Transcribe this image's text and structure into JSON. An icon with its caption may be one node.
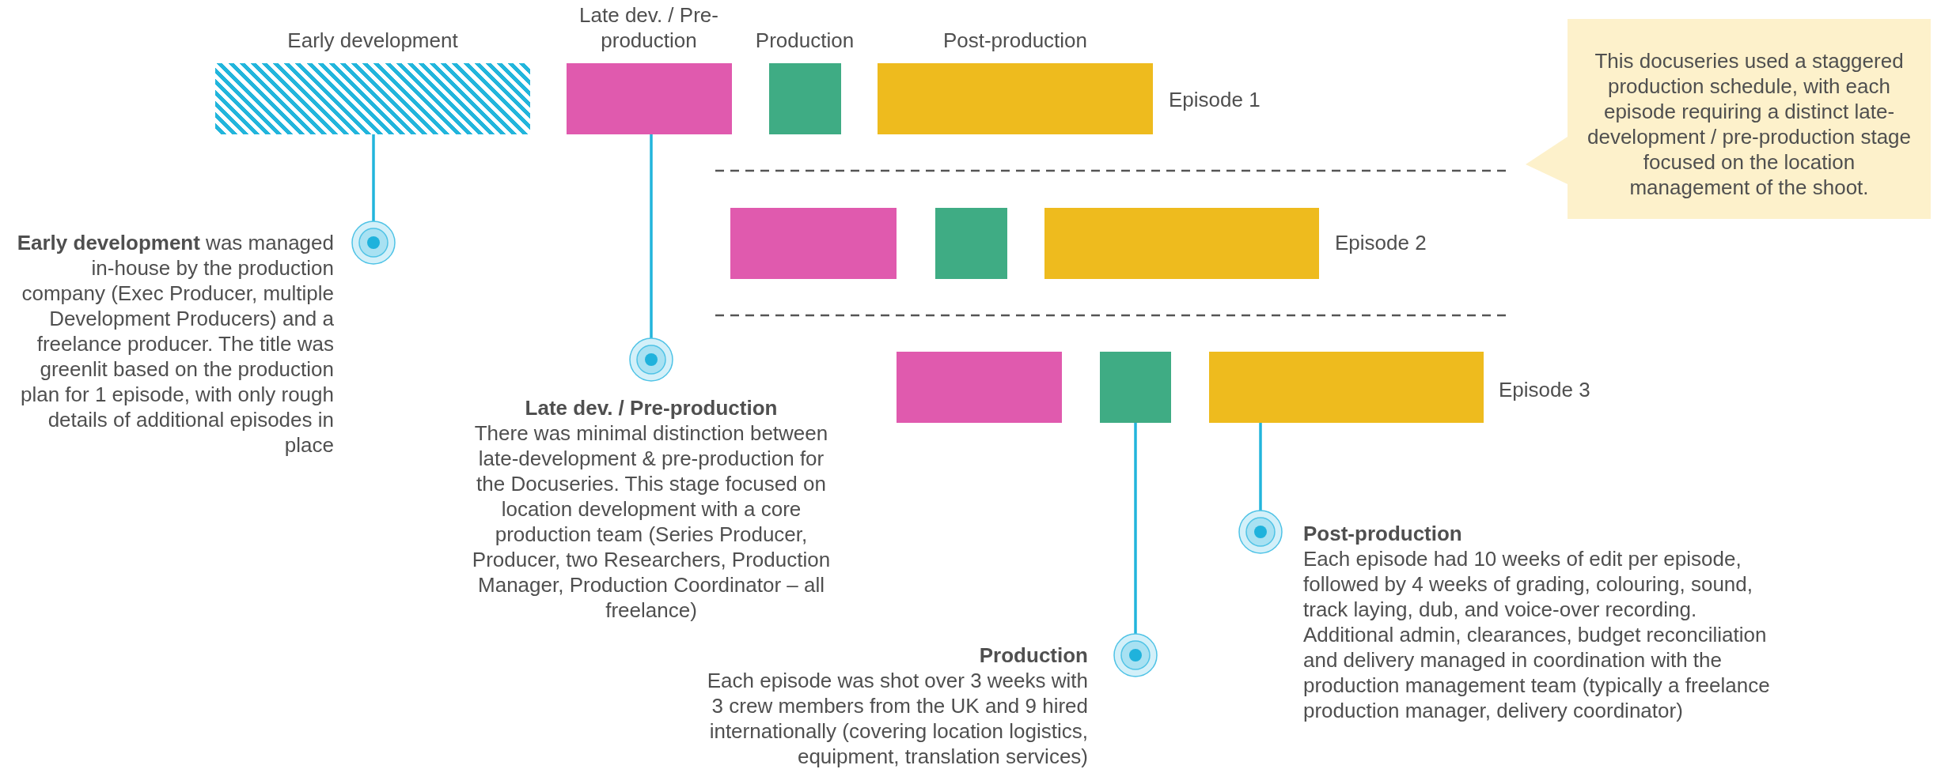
{
  "diagram": {
    "nodes": [
      {
        "text": [],
        "shape": "bar",
        "beside": [
          "Early development"
        ]
      },
      {
        "text": [],
        "shape": "bar",
        "beside": [
          "Late dev. / Pre-production"
        ]
      },
      {
        "text": [],
        "shape": "bar",
        "beside": [
          "Production"
        ]
      },
      {
        "text": [],
        "shape": "bar",
        "beside": [
          "Post-production",
          "Episode 1"
        ]
      },
      {
        "text": [
          "This docuseries used a staggered production schedule, with each episode requiring a distinct late-development / pre-production stage focused on the location management of the shoot."
        ]
      },
      {
        "text": [],
        "shape": "bar"
      },
      {
        "text": [],
        "shape": "bar"
      },
      {
        "text": [],
        "shape": "bar",
        "beside": [
          "Episode 2"
        ]
      },
      {
        "text": [],
        "shape": "bar"
      },
      {
        "text": [],
        "shape": "bar"
      },
      {
        "text": [],
        "shape": "bar",
        "beside": [
          "Episode 3"
        ]
      },
      {
        "text": [
          "**Early development** was managed in-house by the production company (Exec Producer, multiple Development Producers) and a freelance producer. The title was greenlit based on the production plan for 1 episode, with only rough details of additional episodes in place"
        ]
      },
      {
        "text": [
          "Late dev. / Pre-production",
          "There was minimal distinction between late-development & pre-production for the Docuseries. This stage focused on location development with a core production team (Series Producer, Producer, two Researchers, Production Manager, Production Coordinator – all freelance)"
        ]
      },
      {
        "text": [
          "Production",
          "Each episode was shot over 3 weeks with 3 crew members from the UK and 9 hired internationally (covering location logistics, equipment, translation services)"
        ]
      },
      {
        "text": [
          "Post-production",
          "Each episode had 10 weeks of edit per episode, followed by 4 weeks of grading, colouring, sound, track laying, dub, and voice-over recording. Additional admin, clearances, budget reconciliation and delivery managed in coordination with the production management team (typically a freelance production manager, delivery coordinator)"
        ]
      }
    ],
    "edges": [
      {
        "from": 11,
        "to": 0,
        "arrow": "other"
      },
      {
        "from": 12,
        "to": 1,
        "arrow": "other"
      },
      {
        "from": 13,
        "to": 9,
        "arrow": "other"
      },
      {
        "from": 14,
        "to": 10,
        "arrow": "other"
      }
    ]
  }
}
